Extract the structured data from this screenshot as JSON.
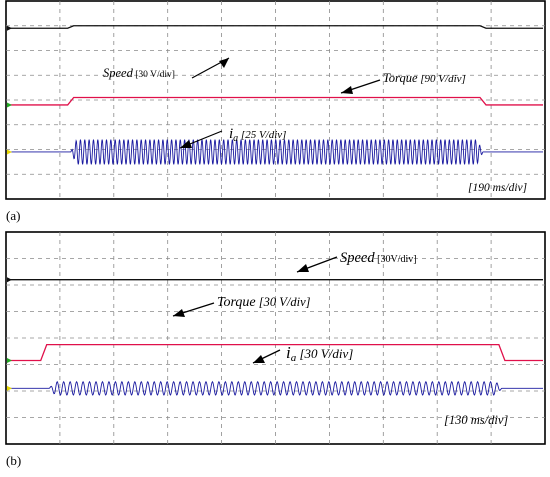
{
  "chart_data": [
    {
      "type": "line",
      "panel_label": "(a)",
      "time_scale_label": "[190 ms/div]",
      "grid": true,
      "divisions": {
        "x": 10,
        "y": 8
      },
      "series": [
        {
          "name": "Speed",
          "label_main": "Speed",
          "label_scale": " [30 V/div]",
          "color": "#111111",
          "marker_color": "#111111",
          "level_div": 1.0,
          "step_div": 0.1,
          "start_div": 1.2,
          "end_div": 8.85
        },
        {
          "name": "Torque",
          "label_main": "Torque",
          "label_scale": " [90 V/div]",
          "color": "#e0104a",
          "marker_color": "#22aa22",
          "level_div": 3.9,
          "step_div": 0.3,
          "start_div": 1.2,
          "end_div": 8.85
        },
        {
          "name": "ia",
          "label_main": "i",
          "label_sub": "a",
          "label_scale": " [25 V/div]",
          "color": "#1a1aa0",
          "marker_color": "#e8d800",
          "level_div": 6.1,
          "amplitude_div": 0.5,
          "cycles": 95,
          "start_div": 1.2,
          "end_div": 8.85
        }
      ]
    },
    {
      "type": "line",
      "panel_label": "(b)",
      "time_scale_label": "[130 ms/div]",
      "grid": true,
      "divisions": {
        "x": 10,
        "y": 8
      },
      "series": [
        {
          "name": "Speed",
          "label_main": "Speed",
          "label_scale": " [30V/div]",
          "color": "#111111",
          "marker_color": "#111111",
          "level_div": 1.8,
          "step_div": 0,
          "start_div": 0.7,
          "end_div": 9.2
        },
        {
          "name": "Torque",
          "label_main": "Torque",
          "label_scale": " [30 V/div]",
          "color": "#e0104a",
          "marker_color": "#22aa22",
          "level_div": 4.25,
          "step_div": 0.6,
          "start_div": 0.7,
          "end_div": 9.2
        },
        {
          "name": "ia",
          "label_main": "i",
          "label_sub": "a",
          "label_scale": " [30 V/div]",
          "color": "#1a1aa0",
          "marker_color": "#e8d800",
          "level_div": 5.9,
          "amplitude_div": 0.25,
          "cycles": 70,
          "start_div": 0.8,
          "end_div": 9.2
        }
      ]
    }
  ]
}
